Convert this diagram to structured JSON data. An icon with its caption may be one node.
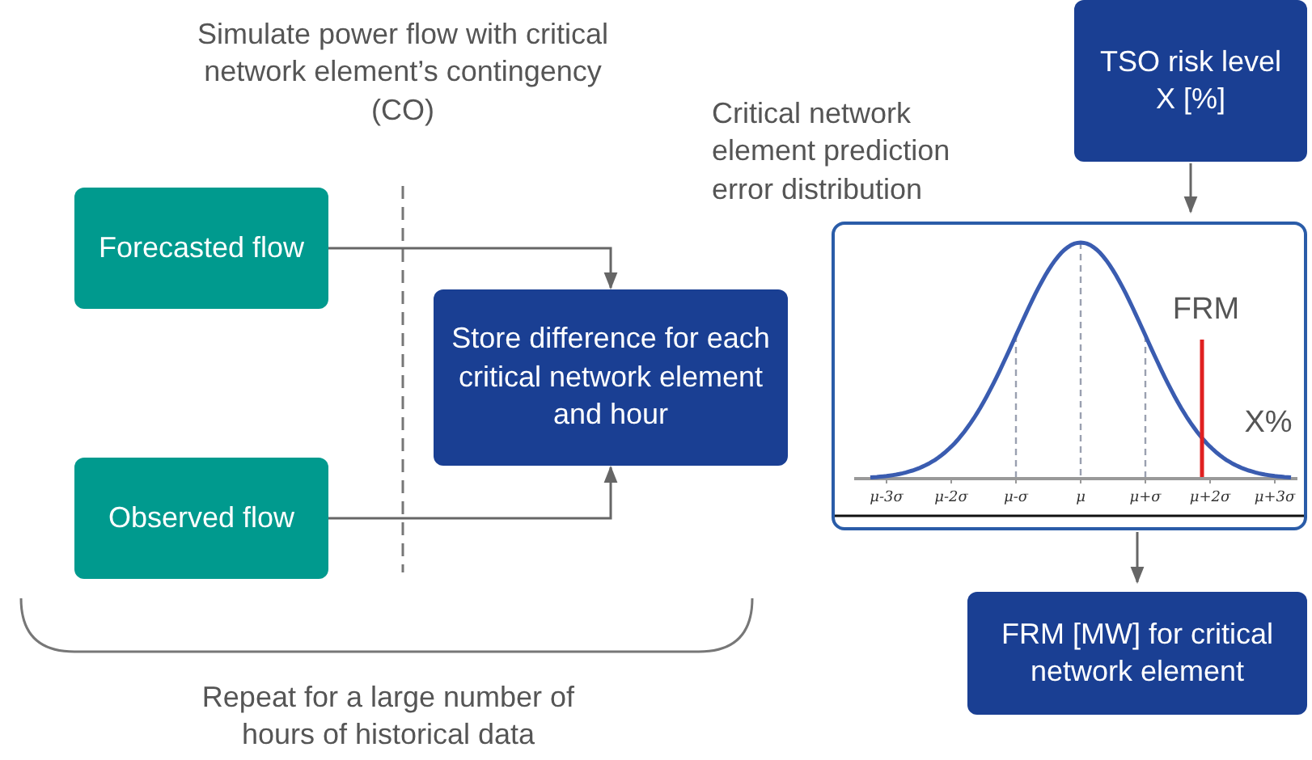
{
  "diagram": {
    "nodes": [
      {
        "text": [
          "Forecasted flow"
        ]
      },
      {
        "text": [
          "Observed flow"
        ]
      },
      {
        "text": [
          "Store difference for each critical network element and hour"
        ]
      },
      {
        "text": [
          "TSO risk level X [%]"
        ]
      },
      {
        "text": [
          "Critical network element prediction error distribution"
        ]
      },
      {
        "text": [
          "FRM [MW] for critical network element"
        ]
      }
    ],
    "edges": [
      {
        "from": 0,
        "to": 2,
        "arrow": "to"
      },
      {
        "from": 1,
        "to": 2,
        "arrow": "to"
      },
      {
        "from": 3,
        "to": 4,
        "arrow": "to"
      },
      {
        "from": 4,
        "to": 5,
        "arrow": "to"
      }
    ],
    "labels": [
      "Simulate power flow with critical network element’s contingency (CO)",
      "FRM",
      "X%",
      "μ-3σ",
      "μ-2σ",
      "μ-σ",
      "μ",
      "μ+σ",
      "μ+2σ",
      "μ+3σ",
      "Repeat for a large number of hours of historical data"
    ]
  }
}
